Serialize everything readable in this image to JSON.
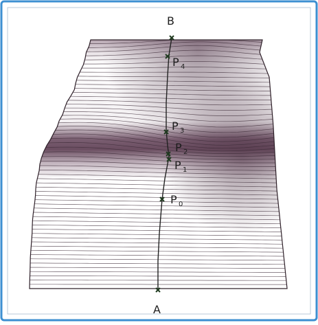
{
  "figure": {
    "endpoints": {
      "top": "B",
      "bottom": "A"
    },
    "points": [
      {
        "name": "P",
        "sub": "4"
      },
      {
        "name": "P",
        "sub": "3"
      },
      {
        "name": "P",
        "sub": "2"
      },
      {
        "name": "P",
        "sub": "1"
      },
      {
        "name": "P",
        "sub": "0"
      }
    ],
    "colors": {
      "border": "#3d8fd1",
      "surface_light": "#f2eff1",
      "surface_dark": "#6a4d60",
      "contour": "#3b2a35",
      "path": "#222222",
      "marker": "#1f3a1f"
    }
  }
}
